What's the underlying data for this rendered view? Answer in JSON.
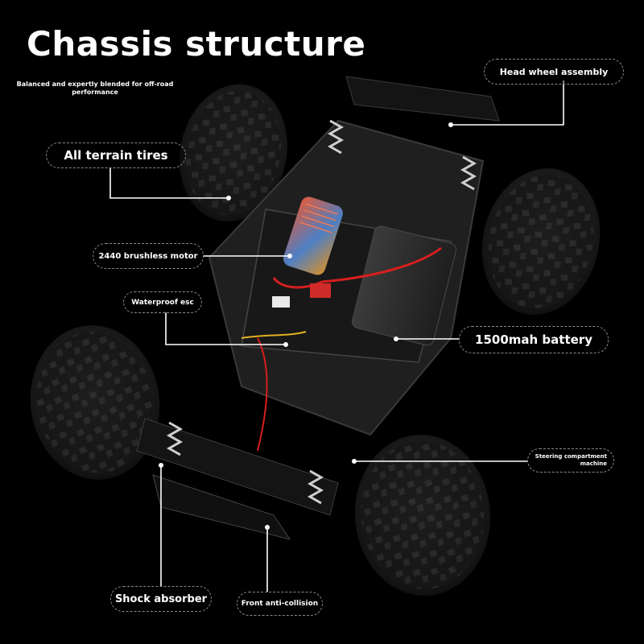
{
  "title": "Chassis structure",
  "subtitle": "Balanced and expertly blended for off-road performance",
  "callouts": {
    "head_wheel": "Head wheel assembly",
    "tires": "All terrain tires",
    "motor": "2440 brushless motor",
    "esc": "Waterproof esc",
    "battery": "1500mah battery",
    "steering": "Steering compartment machine",
    "shock": "Shock absorber",
    "front_anti_collision": "Front anti-collision"
  },
  "colors": {
    "background": "#000000",
    "tire": "#1b1b1b",
    "chassis": "#232323",
    "motor_accent": "#e0422c",
    "motor_blue": "#3a6fb5",
    "motor_gold": "#d9902a",
    "wire_red": "#d61f1f",
    "battery": "#2e2e2e"
  }
}
